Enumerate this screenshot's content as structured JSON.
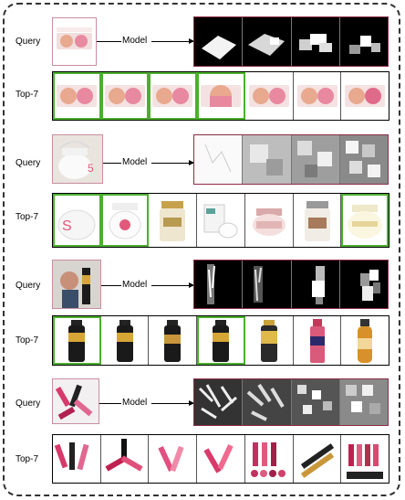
{
  "labels": {
    "query": "Query",
    "top": "Top-7",
    "model": "Model"
  },
  "accent_color": "#4caf2f",
  "query_border_color": "#c98ea0",
  "rows": [
    {
      "id": "palette",
      "matches": [
        true,
        true,
        true,
        true,
        false,
        false,
        false
      ]
    },
    {
      "id": "jar",
      "matches": [
        true,
        true,
        false,
        false,
        false,
        false,
        true
      ]
    },
    {
      "id": "shampoo",
      "matches": [
        true,
        false,
        false,
        true,
        false,
        false,
        false
      ]
    },
    {
      "id": "lipstick",
      "matches": [
        false,
        false,
        false,
        false,
        false,
        false,
        false
      ]
    }
  ]
}
